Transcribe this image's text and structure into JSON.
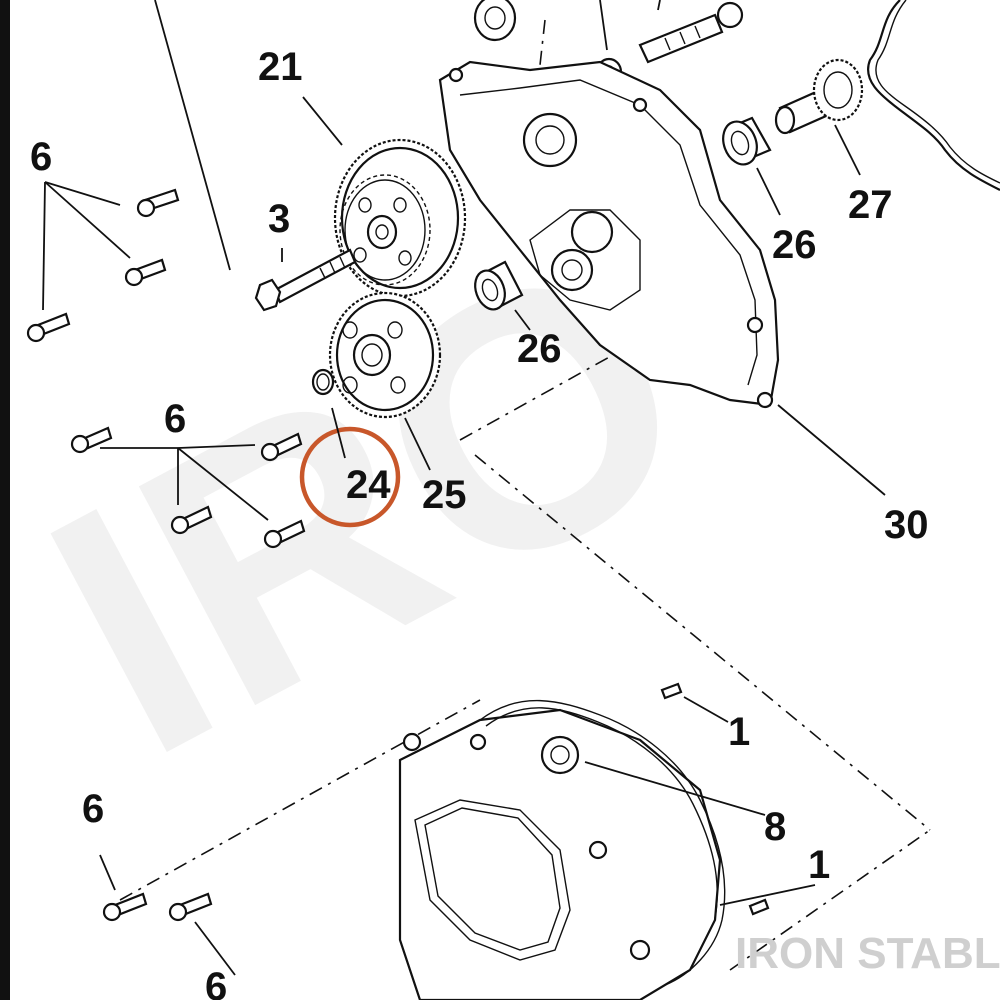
{
  "callouts": {
    "c21": "21",
    "c6a": "6",
    "c3": "3",
    "c27": "27",
    "c26a": "26",
    "c26b": "26",
    "c6b": "6",
    "c24": "24",
    "c25": "25",
    "c30": "30",
    "c1a": "1",
    "c8": "8",
    "c1b": "1",
    "c6c": "6",
    "c6d": "6"
  },
  "watermark": {
    "text": "IRON STABLE"
  },
  "colors": {
    "ink": "#111111",
    "highlight": "#c8572a",
    "watermark": "#cfcfcf"
  }
}
